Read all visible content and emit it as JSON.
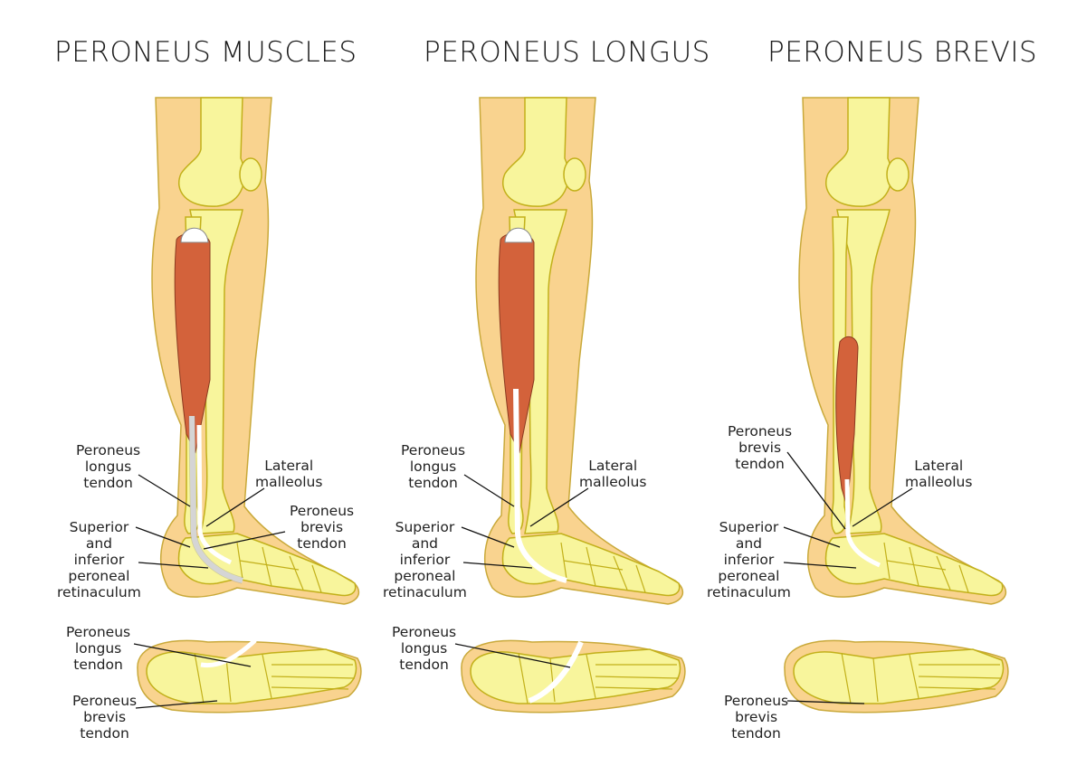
{
  "titles": [
    "PERONEUS MUSCLES",
    "PERONEUS LONGUS",
    "PERONEUS BREVIS"
  ],
  "labels": {
    "longus_tendon": "Peroneus\nlongus\ntendon",
    "brevis_tendon": "Peroneus\nbrevis\ntendon",
    "lateral_malleolus": "Lateral\nmalleolus",
    "retinaculum": "Superior\nand\ninferior\nperoneal\nretinaculum"
  },
  "colors": {
    "skin": "#F9D38F",
    "bone": "#F8F59C",
    "bone_stroke": "#C2B01A",
    "muscle": "#D3623B",
    "tendon": "#FFFFFF"
  }
}
